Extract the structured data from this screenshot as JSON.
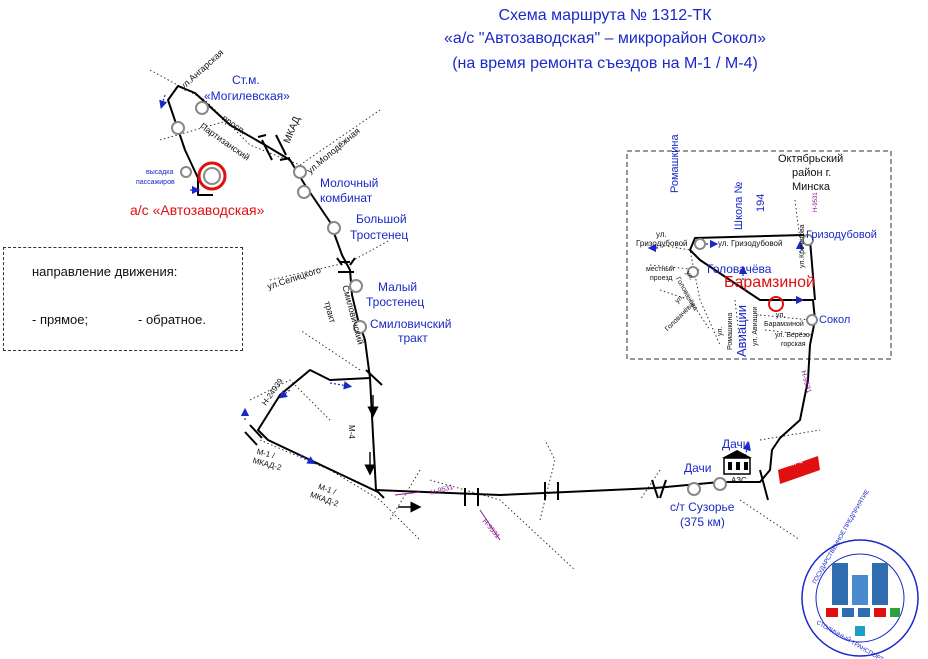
{
  "title": {
    "line1": "Схема маршрута № 1312-ТК",
    "line2": "«а/с \"Автозаводская\" – микрорайон Сокол»",
    "line3": "(на время ремонта съездов на М-1 / М-4)"
  },
  "legend": {
    "heading": "направление движения:",
    "forward": "- прямое;",
    "reverse": "- обратное."
  },
  "stops": {
    "mogilevskaya_1": "Ст.м.",
    "mogilevskaya_2": "«Могилевская»",
    "moloch_1": "Молочный",
    "moloch_2": "комбинат",
    "bolsh_1": "Большой",
    "bolsh_2": "Тростенец",
    "maly_1": "Малый",
    "maly_2": "Тростенец",
    "smil_1": "Смиловичский",
    "smil_2": "тракт",
    "terminal": "а/с «Автозаводская»",
    "vysadka_1": "высадка",
    "vysadka_2": "пассажиров",
    "dachi_1": "Дачи",
    "dachi_2": "Дачи",
    "suzorye_1": "с/т  Сузорье",
    "suzorye_2": "(375 км)",
    "romashkina": "Ромашкина",
    "shkola_1": "Школа №",
    "shkola_2": "194",
    "grizodubovoy": "Гризодубовой",
    "golovachyova": "Головачёва",
    "baramzinoy": "Барамзиной",
    "sokol": "Сокол",
    "aviatsii": "Авиации"
  },
  "streets": {
    "angarskaya": "ул.Ангарская",
    "partizansky_1": "просп.",
    "partizansky_2": "Партизанский",
    "mkad": "МКАД",
    "molodyozhnaya": "ул.Молодёжная",
    "selitskogo": "ул.Селицкого",
    "smil_trakt_1": "Смиловичский",
    "smil_trakt_2": "тракт",
    "n24939": "Н-24939",
    "m1_mkad2_a_1": "М-1 /",
    "m1_mkad2_a_2": "МКАД-2",
    "m1_mkad2_b_1": "М-1 /",
    "m1_mkad2_b_2": "МКАД-2",
    "m4": "М-4",
    "n9531_a": "Н-9531",
    "n9531_b": "Н-9531",
    "n9531_c": "Н-9531",
    "n9531_d": "Н-9531",
    "azs": "АЗС",
    "m1_sign": "М-1",
    "district_1": "Октябрьский",
    "district_2": "район г.",
    "district_3": "Минска",
    "ul_grizod_a_1": "ул.",
    "ul_grizod_a_2": "Гризодубовой",
    "ul_grizod_b": "ул. Гризодубовой",
    "mestny_1": "местный",
    "mestny_2": "проезд",
    "ul_golov_1": "ул.",
    "ul_golov_2": "Головачёва",
    "ul_golov_b_1": "ул.",
    "ul_golov_b_2": "Головачёва",
    "ul_romash_1": "ул.",
    "ul_romash_2": "Ромашкина",
    "ul_bar_1": "ул.",
    "ul_bar_2": "Барамзиной",
    "ul_bereza_1": "ул. Берёзо-",
    "ul_bereza_2": "горская",
    "ul_krechetova": "ул.",
    "ul_aviatsii": "ул. Авиации",
    "ul_krech_2": "Кречетова"
  },
  "logo": {
    "text_top": "ГОСУДАРСТВЕННОЕ ПРЕДПРИЯТИЕ",
    "text_bottom": "СТОЛИЧНЫЙ ТРАНСПОРТ И СВЯЗЬ"
  },
  "colors": {
    "route": "#000000",
    "reverse_arrow": "#1a28c8",
    "label_blue": "#1a28c8",
    "terminal_red": "#e01010",
    "road_purple": "#8b1a8b",
    "stop_gray": "#888888"
  }
}
